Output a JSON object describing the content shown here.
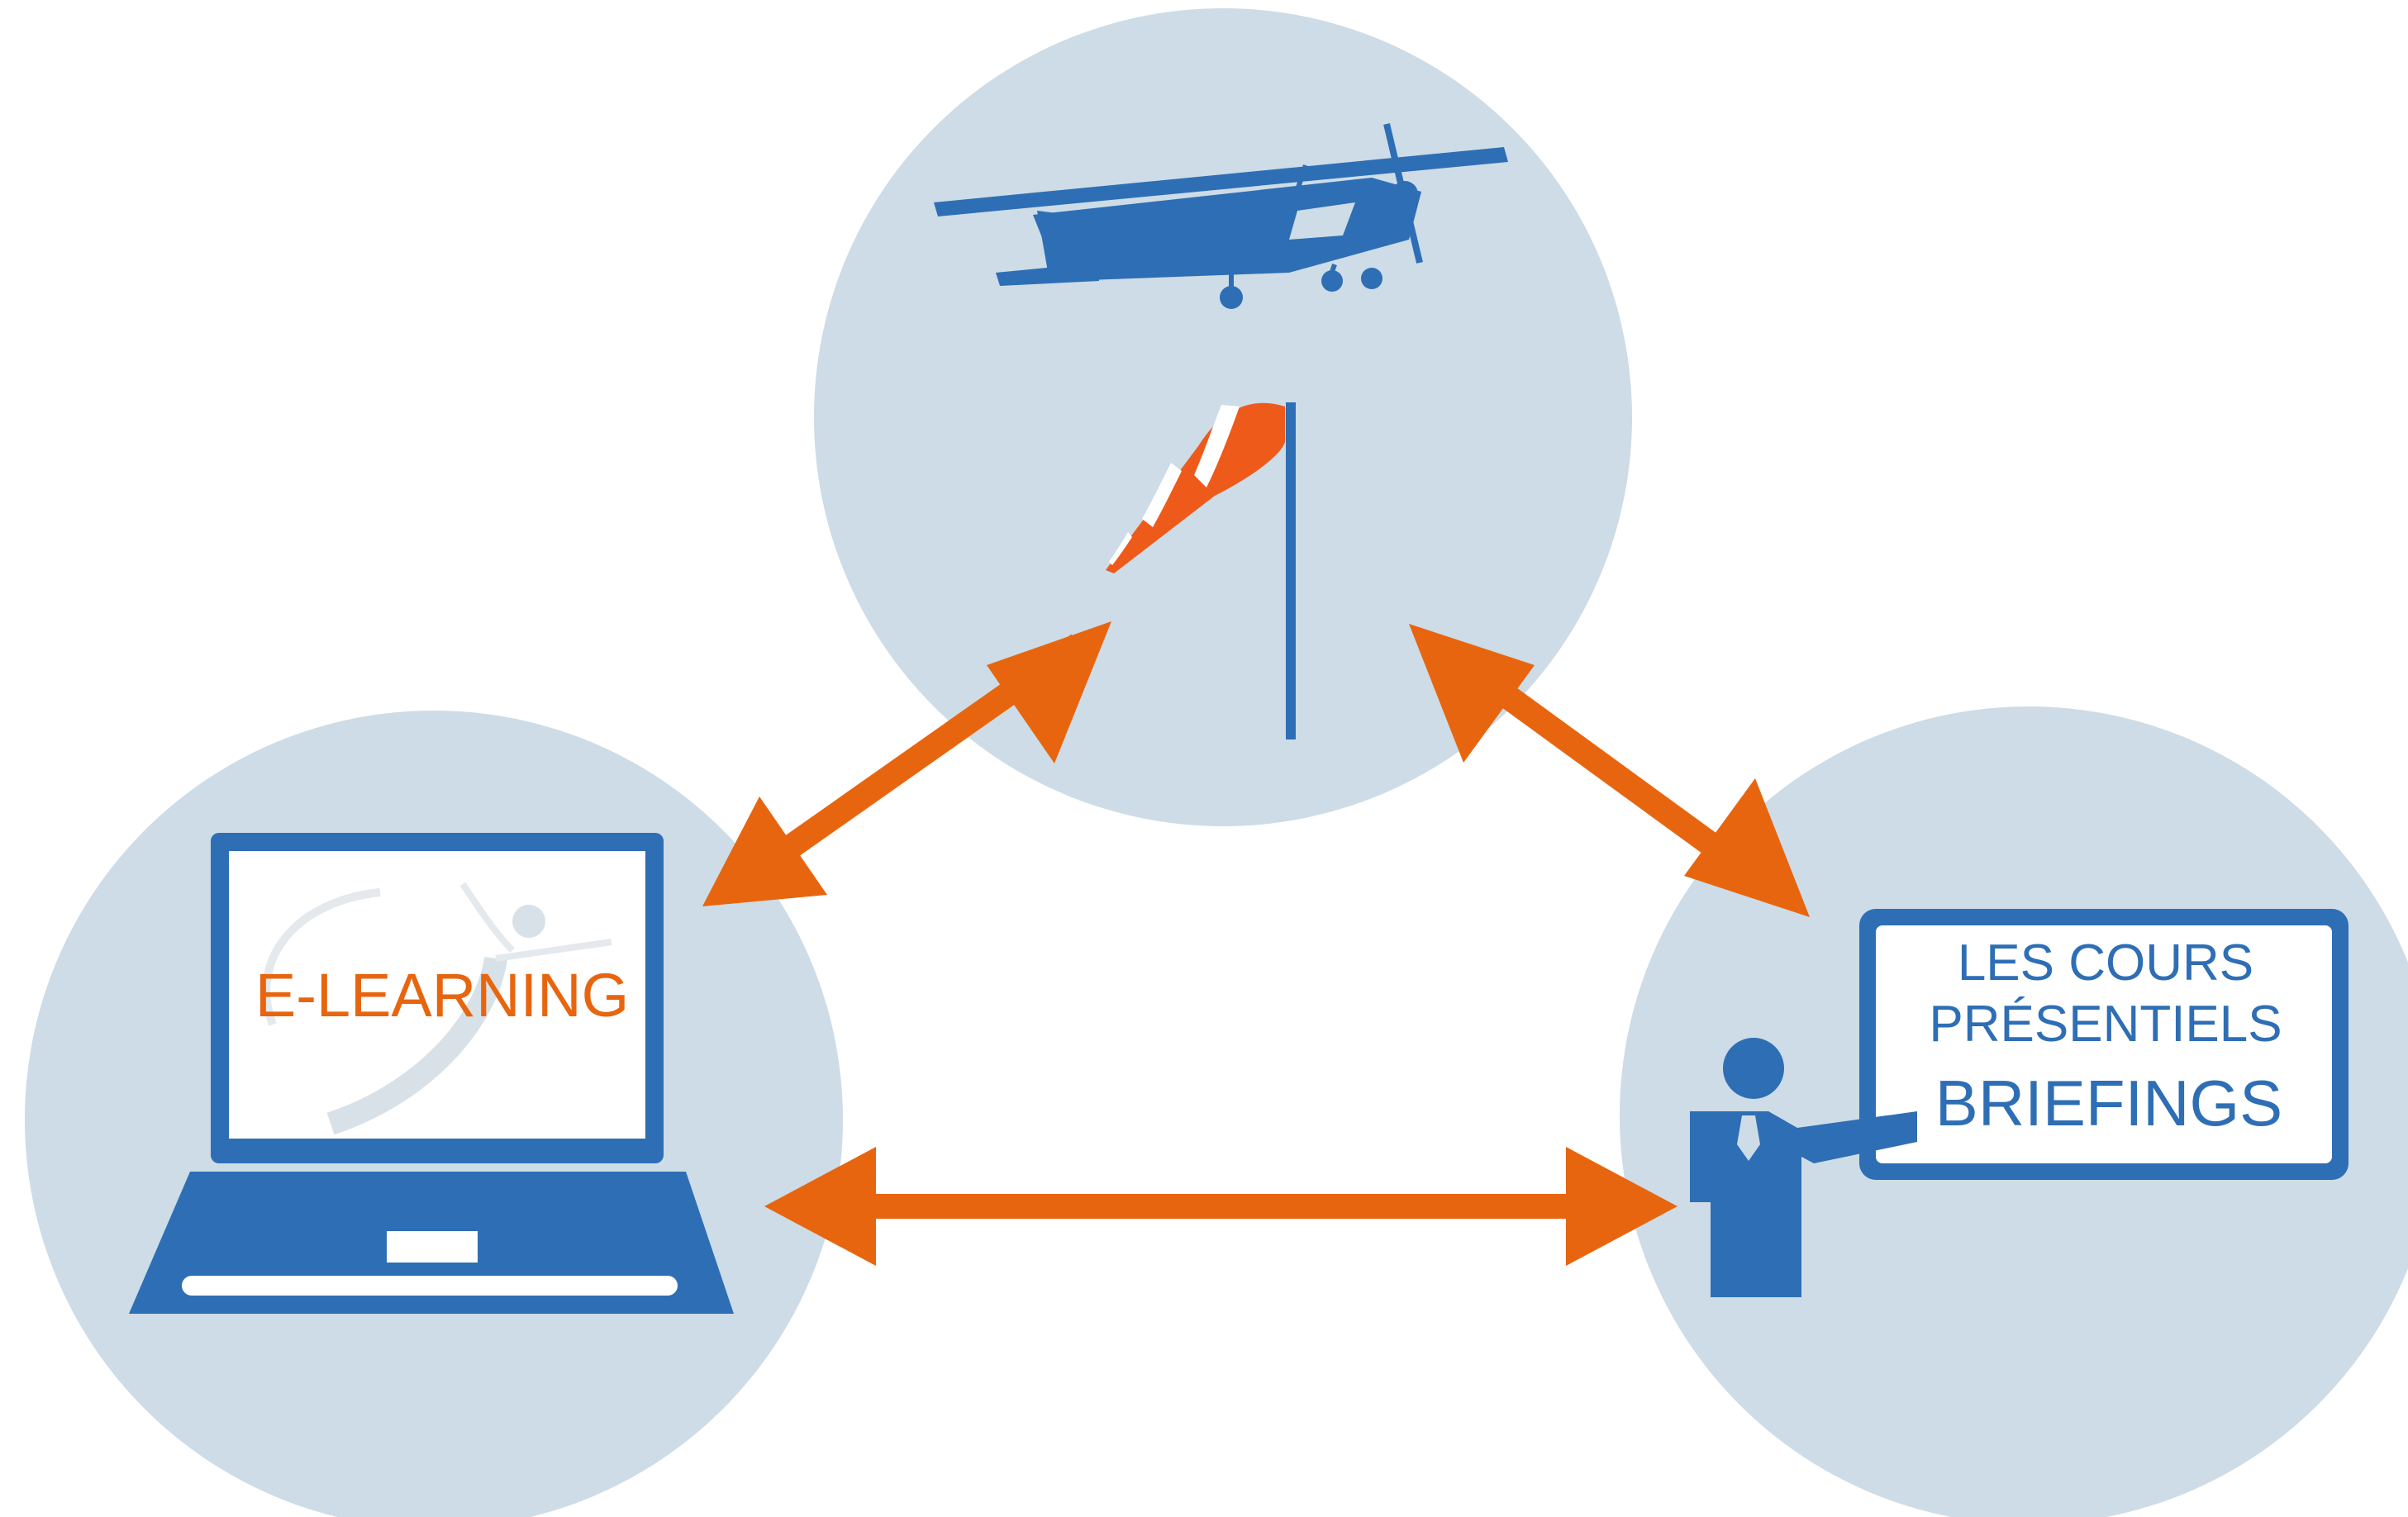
{
  "nodes": {
    "top": {
      "name": "flight"
    },
    "left": {
      "name": "e-learning",
      "screen_text": "E-LEARNING"
    },
    "right": {
      "name": "classroom",
      "board_line1": "LES COURS",
      "board_line2": "PRÉSENTIELS",
      "board_line3": "BRIEFINGS"
    }
  },
  "edges": [
    {
      "from": "left",
      "to": "top",
      "direction": "both"
    },
    {
      "from": "top",
      "to": "right",
      "direction": "both"
    },
    {
      "from": "left",
      "to": "right",
      "direction": "both"
    }
  ],
  "icons": [
    "airplane-icon",
    "windsock-icon",
    "laptop-icon",
    "instructor-icon",
    "whiteboard-icon"
  ],
  "colors": {
    "circle": "#cddce6",
    "icon_blue": "#2e6eb5",
    "arrow": "#e8650f",
    "elearning_text": "#e8650f",
    "board_text": "#2e6eb5",
    "windsock_orange": "#ee5a1a",
    "windsock_white": "#ffffff"
  }
}
